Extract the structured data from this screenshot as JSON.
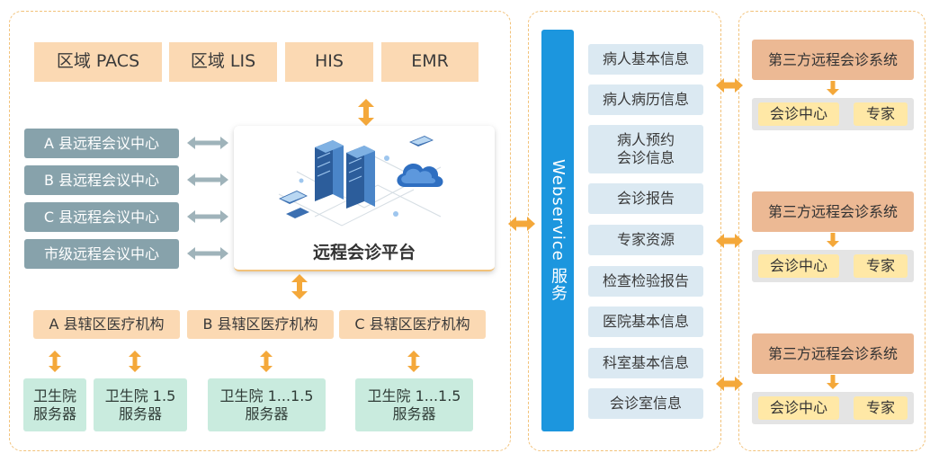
{
  "top_systems": [
    "区域 PACS",
    "区域 LIS",
    "HIS",
    "EMR"
  ],
  "centers": [
    "A 县远程会议中心",
    "B 县远程会议中心",
    "C 县远程会议中心",
    "市级远程会议中心"
  ],
  "platform_title": "远程会诊平台",
  "institutions": [
    "A 县辖区医疗机构",
    "B 县辖区医疗机构",
    "C 县辖区医疗机构"
  ],
  "servers": [
    {
      "line1": "卫生院",
      "line2": "服务器"
    },
    {
      "line1": "卫生院 1.5",
      "line2": "服务器"
    },
    {
      "line1": "卫生院 1...1.5",
      "line2": "服务器"
    },
    {
      "line1": "卫生院 1...1.5",
      "line2": "服务器"
    }
  ],
  "webservice_label": "Webservice 服务",
  "services": [
    {
      "line1": "病人基本信息",
      "line2": ""
    },
    {
      "line1": "病人病历信息",
      "line2": ""
    },
    {
      "line1": "病人预约",
      "line2": "会诊信息"
    },
    {
      "line1": "会诊报告",
      "line2": ""
    },
    {
      "line1": "专家资源",
      "line2": ""
    },
    {
      "line1": "检查检验报告",
      "line2": ""
    },
    {
      "line1": "医院基本信息",
      "line2": ""
    },
    {
      "line1": "科室基本信息",
      "line2": ""
    },
    {
      "line1": "会诊室信息",
      "line2": ""
    }
  ],
  "third_party": [
    {
      "title": "第三方远程会诊系统",
      "a": "会诊中心",
      "b": "专家"
    },
    {
      "title": "第三方远程会诊系统",
      "a": "会诊中心",
      "b": "专家"
    },
    {
      "title": "第三方远程会诊系统",
      "a": "会诊中心",
      "b": "专家"
    }
  ],
  "colors": {
    "peach": "#fbd9b3",
    "slate": "#87a2ab",
    "mint": "#c9ebde",
    "webservice_blue": "#1c96de",
    "service_box": "#dbe9f2",
    "salmon": "#ecb994",
    "yellow": "#ffe8a6",
    "arrow_orange": "#f4a83a",
    "arrow_gray": "#9fb3ba",
    "dashed_border": "#f2c27a"
  },
  "icons": [
    "server-rack-icon",
    "cloud-icon",
    "monitor-icon",
    "double-arrow-icon"
  ]
}
